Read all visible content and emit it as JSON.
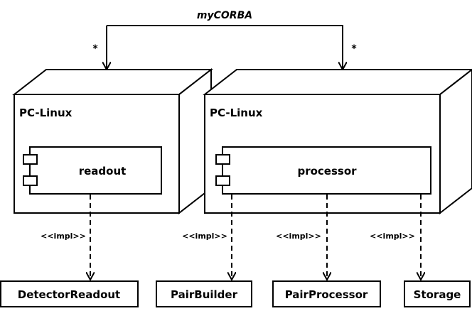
{
  "connector": {
    "label": "myCORBA",
    "left_multiplicity": "*",
    "right_multiplicity": "*"
  },
  "nodes": [
    {
      "title": "PC-Linux",
      "component": "readout"
    },
    {
      "title": "PC-Linux",
      "component": "processor"
    }
  ],
  "dependency_stereotype": "<<impl>>",
  "artifacts": [
    "DetectorReadout",
    "PairBuilder",
    "PairProcessor",
    "Storage"
  ],
  "colors": {
    "line": "#000000",
    "background": "#ffffff"
  }
}
